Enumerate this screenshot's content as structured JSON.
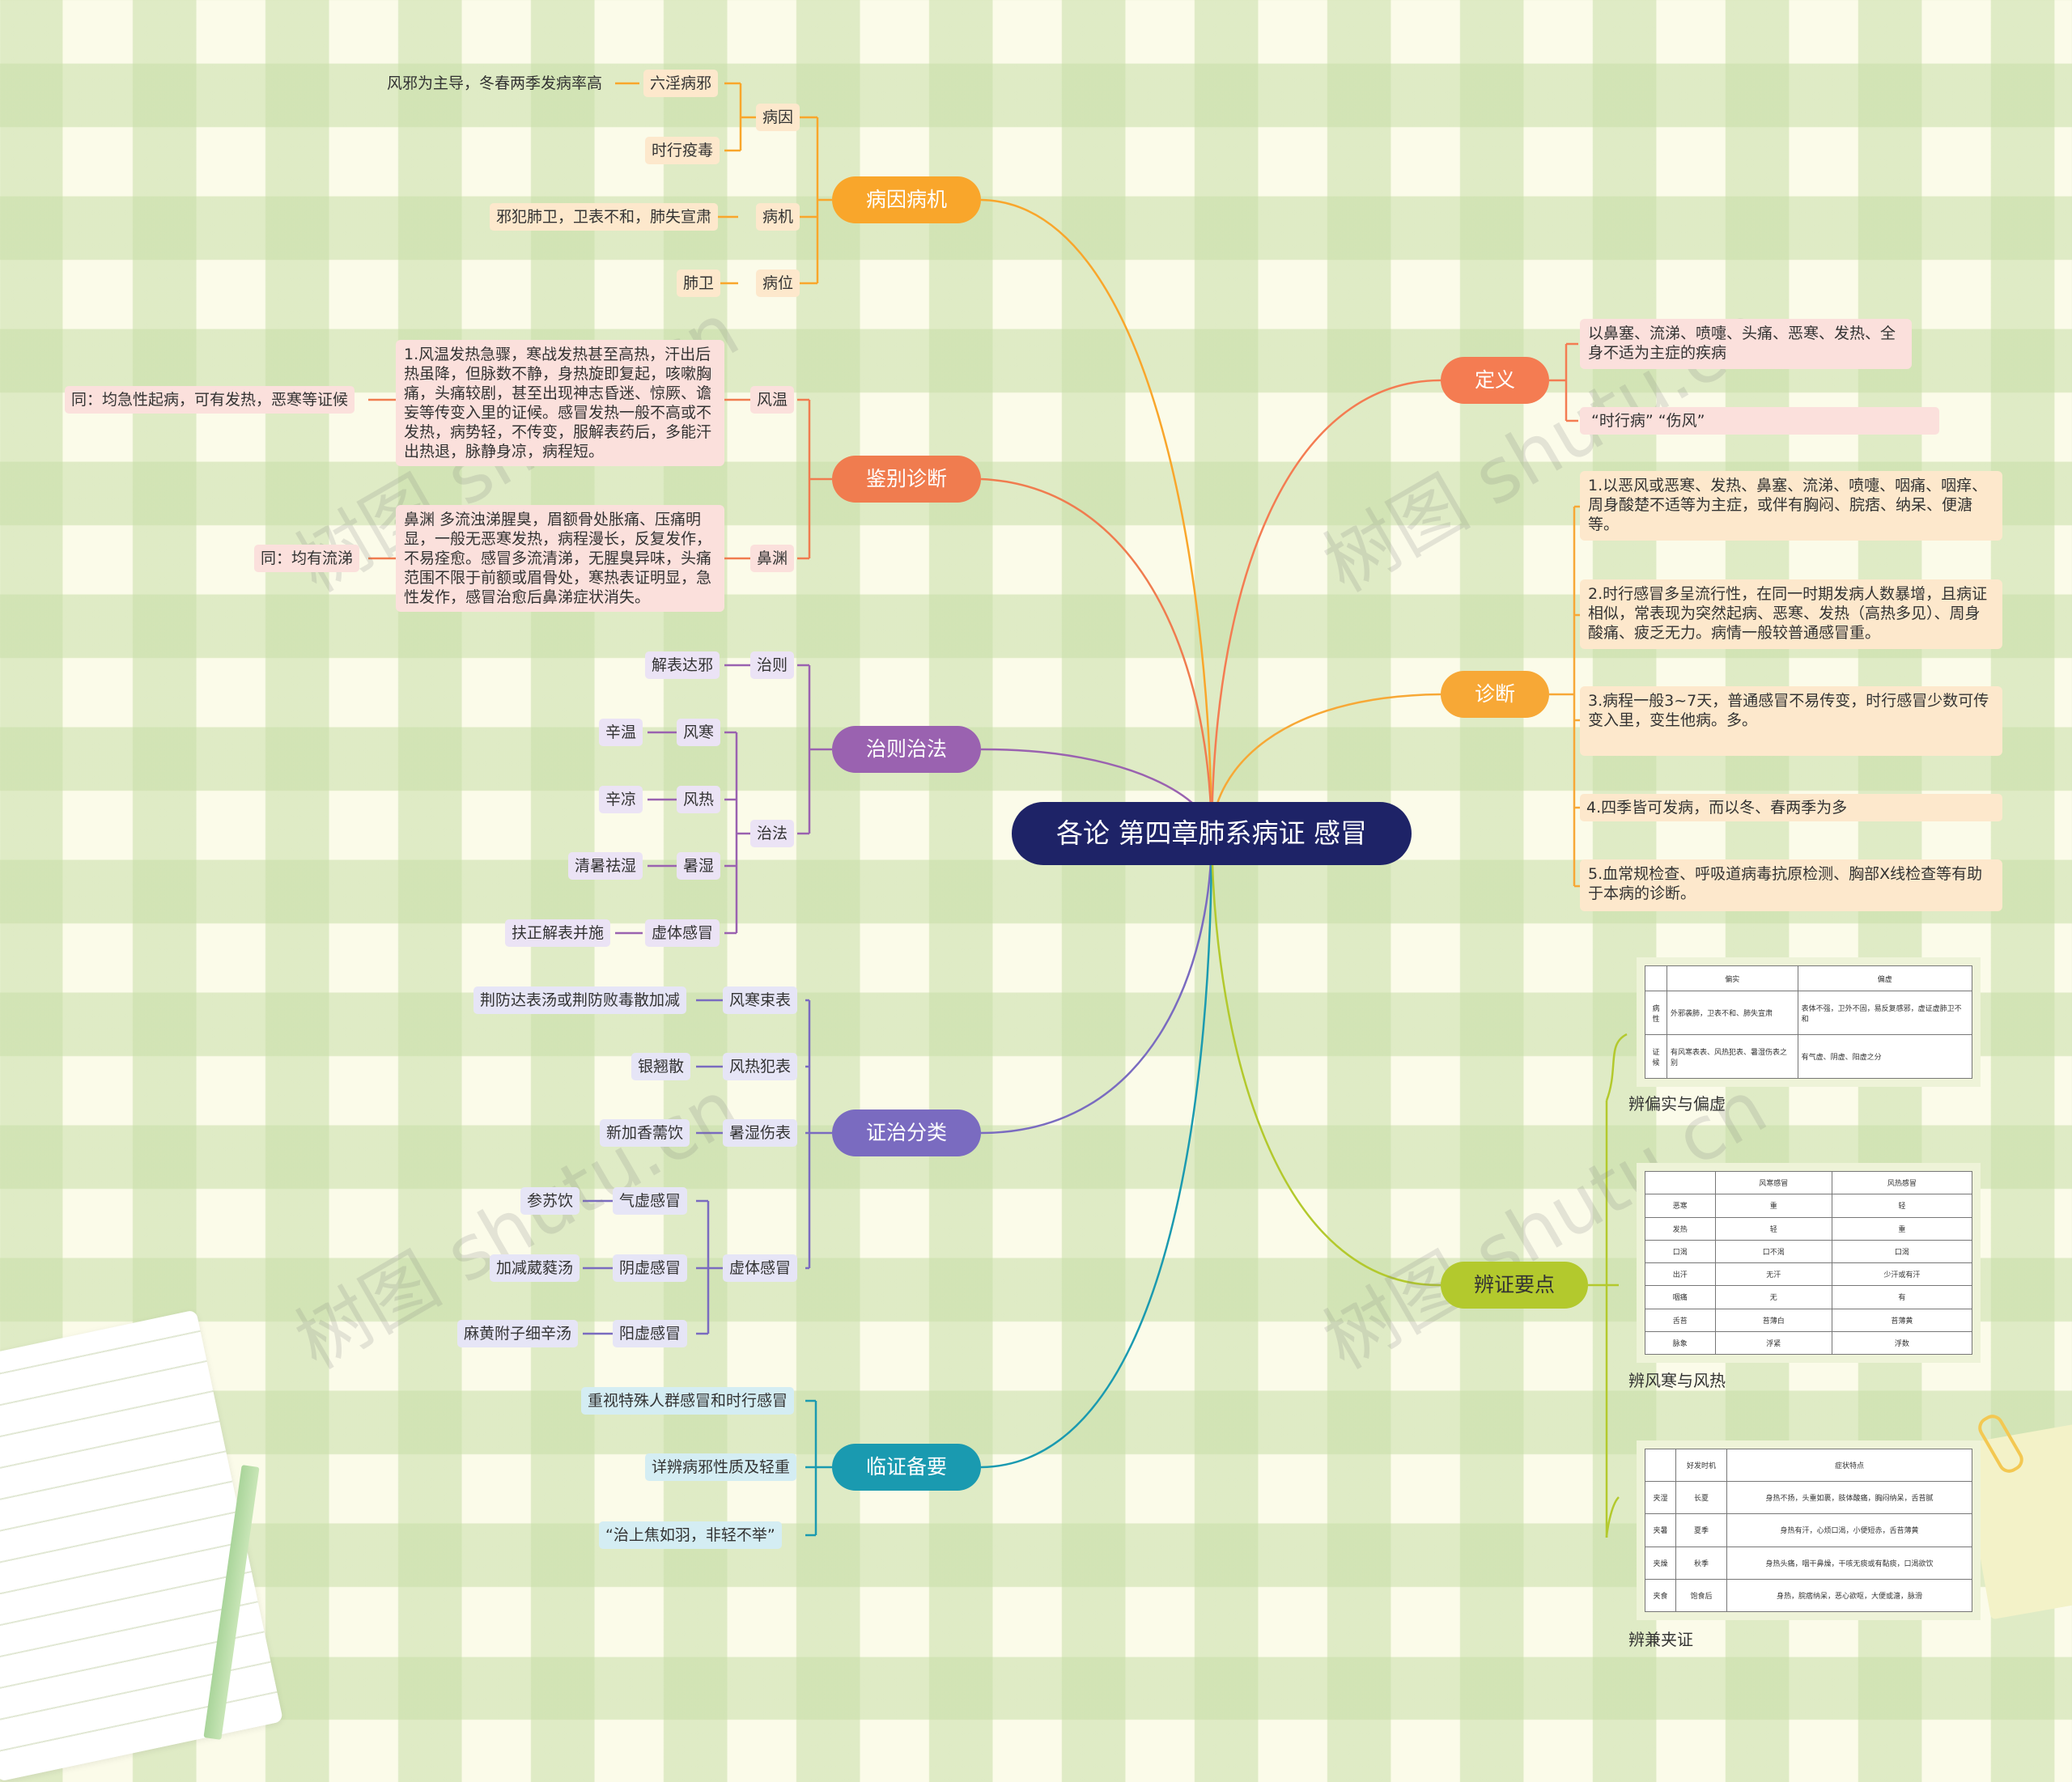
{
  "root": {
    "title": "各论 第四章肺系病证 感冒"
  },
  "colors": {
    "root": "#1e2367",
    "etiology": "#f9a62b",
    "diagnosis_diff": "#f07c4f",
    "treatment": "#9a62b0",
    "patterns": "#7a6bc0",
    "clinical": "#1a9ab0",
    "definition": "#f47c52",
    "diagnosis": "#f7a836",
    "key_points": "#b3c92d"
  },
  "watermark": "树图 shutu.cn",
  "left": {
    "etiology": {
      "label": "病因病机",
      "cause": {
        "label": "病因",
        "items": [
          {
            "label": "六淫病邪",
            "note": "风邪为主导，冬春两季发病率高"
          },
          {
            "label": "时行疫毒"
          }
        ]
      },
      "mechanism": {
        "label": "病机",
        "note": "邪犯肺卫，卫表不和，肺失宣肃"
      },
      "location": {
        "label": "病位",
        "note": "肺卫"
      }
    },
    "differential": {
      "label": "鉴别诊断",
      "warm": {
        "label": "风温",
        "text": "1.风温发热急骤，寒战发热甚至高热，汗出后热虽降，但脉数不静，身热旋即复起，咳嗽胸痛，头痛较剧，甚至出现神志昏迷、惊厥、谵妄等传变入里的证候。感冒发热一般不高或不发热，病势轻，不传变，服解表药后，多能汗出热退，脉静身凉，病程短。",
        "same": "同：均急性起病，可有发热，恶寒等证候"
      },
      "sinus": {
        "label": "鼻渊",
        "text": "鼻渊 多流浊涕腥臭，眉额骨处胀痛、压痛明显，一般无恶寒发热，病程漫长，反复发作，不易痊愈。感冒多流清涕，无腥臭异味，头痛范围不限于前额或眉骨处，寒热表证明显，急性发作，感冒治愈后鼻涕症状消失。",
        "same": "同：均有流涕"
      }
    },
    "treatment": {
      "label": "治则治法",
      "principle": {
        "label": "治则",
        "note": "解表达邪"
      },
      "method": {
        "label": "治法",
        "items": [
          {
            "label": "风寒",
            "note": "辛温"
          },
          {
            "label": "风热",
            "note": "辛凉"
          },
          {
            "label": "暑湿",
            "note": "清暑祛湿"
          },
          {
            "label": "虚体感冒",
            "note": "扶正解表并施"
          }
        ]
      }
    },
    "patterns": {
      "label": "证治分类",
      "items": [
        {
          "label": "风寒束表",
          "note": "荆防达表汤或荆防败毒散加减"
        },
        {
          "label": "风热犯表",
          "note": "银翘散"
        },
        {
          "label": "暑湿伤表",
          "note": "新加香薷饮"
        }
      ],
      "deficient": {
        "label": "虚体感冒",
        "items": [
          {
            "label": "气虚感冒",
            "note": "参苏饮"
          },
          {
            "label": "阴虚感冒",
            "note": "加减葳蕤汤"
          },
          {
            "label": "阳虚感冒",
            "note": "麻黄附子细辛汤"
          }
        ]
      }
    },
    "clinical": {
      "label": "临证备要",
      "items": [
        "重视特殊人群感冒和时行感冒",
        "详辨病邪性质及轻重",
        "“治上焦如羽，非轻不举”"
      ]
    }
  },
  "right": {
    "definition": {
      "label": "定义",
      "items": [
        "以鼻塞、流涕、喷嚏、头痛、恶寒、发热、全身不适为主症的疾病",
        "“时行病” “伤风”"
      ]
    },
    "diagnosis": {
      "label": "诊断",
      "items": [
        "1.以恶风或恶寒、发热、鼻塞、流涕、喷嚏、咽痛、咽痒、周身酸楚不适等为主症，或伴有胸闷、脘痞、纳呆、便溏等。",
        "2.时行感冒多呈流行性，在同一时期发病人数暴增，且病证相似，常表现为突然起病、恶寒、发热（高热多见）、周身酸痛、疲乏无力。病情一般较普通感冒重。",
        "3.病程一般3~7天，普通感冒不易传变，时行感冒少数可传变入里，变生他病。多。",
        "4.四季皆可发病，而以冬、春两季为多",
        "5.血常规检查、呼吸道病毒抗原检测、胸部X线检查等有助于本病的诊断。"
      ]
    },
    "key_points": {
      "label": "辨证要点",
      "table1": {
        "caption": "辨偏实与偏虚",
        "headers": [
          "",
          "偏实",
          "偏虚"
        ],
        "rows": [
          [
            "病性",
            "外邪袭肺，卫表不和、肺失宣肃",
            "表体不强，卫外不固，易反复感邪，虚证虚肺卫不和"
          ],
          [
            "证候",
            "有风寒表表、风热犯表、暑湿伤表之别",
            "有气虚、阴虚、阳虚之分"
          ]
        ]
      },
      "table2": {
        "caption": "辨风寒与风热",
        "headers": [
          "",
          "风寒感冒",
          "风热感冒"
        ],
        "rows": [
          [
            "恶寒",
            "重",
            "轻"
          ],
          [
            "发热",
            "轻",
            "重"
          ],
          [
            "口渴",
            "口不渴",
            "口渴"
          ],
          [
            "出汗",
            "无汗",
            "少汗或有汗"
          ],
          [
            "咽痛",
            "无",
            "有"
          ],
          [
            "舌苔",
            "苔薄白",
            "苔薄黄"
          ],
          [
            "脉象",
            "浮紧",
            "浮数"
          ]
        ]
      },
      "table3": {
        "caption": "辨兼夹证",
        "headers": [
          "",
          "好发时机",
          "症状特点"
        ],
        "rows": [
          [
            "夹湿",
            "长夏",
            "身热不扬，头重如裹，肢体酸痛，胸闷纳呆，舌苔腻"
          ],
          [
            "夹暑",
            "夏季",
            "身热有汗，心烦口渴，小便短赤，舌苔薄黄"
          ],
          [
            "夹燥",
            "秋季",
            "身热头痛，咽干鼻燥，干咳无痰或有黏痰，口渴欲饮"
          ],
          [
            "夹食",
            "饱食后",
            "身热，脘痞纳呆，恶心欲呕，大便或溏，脉滑"
          ]
        ]
      }
    }
  }
}
